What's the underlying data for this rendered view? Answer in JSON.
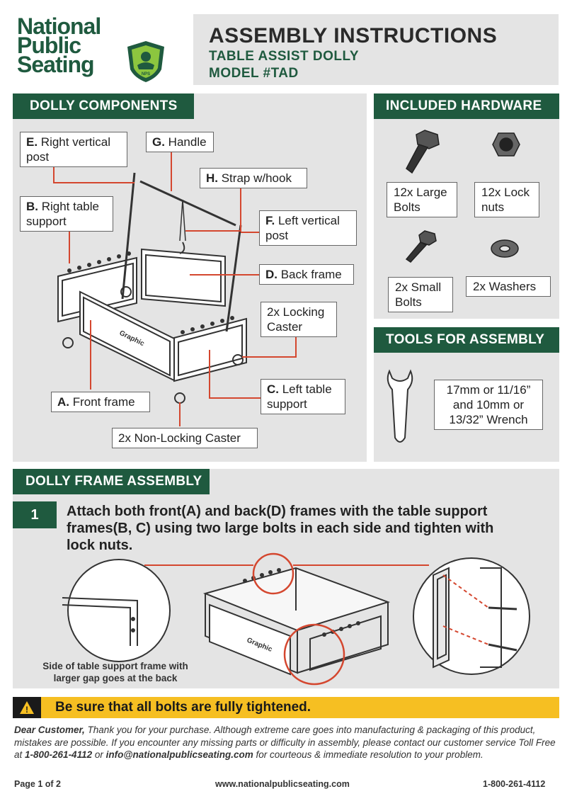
{
  "brand": {
    "logo_line1": "National",
    "logo_line2": "Public",
    "logo_line3": "Seating",
    "logo_badge": "NPS"
  },
  "header": {
    "title": "ASSEMBLY INSTRUCTIONS",
    "subtitle": "TABLE ASSIST DOLLY",
    "model": "MODEL #TAD"
  },
  "components": {
    "heading": "DOLLY COMPONENTS",
    "graphic_label": "Graphic",
    "labels": {
      "e_key": "E.",
      "e_text": " Right vertical post",
      "g_key": "G.",
      "g_text": " Handle",
      "h_key": "H.",
      "h_text": " Strap w/hook",
      "b_key": "B.",
      "b_text": " Right table support",
      "f_key": "F.",
      "f_text": " Left vertical post",
      "d_key": "D.",
      "d_text": " Back frame",
      "locking": "2x Locking Caster",
      "c_key": "C.",
      "c_text": " Left table support",
      "a_key": "A.",
      "a_text": " Front frame",
      "nonlocking": "2x Non-Locking Caster"
    }
  },
  "hardware": {
    "heading": "INCLUDED HARDWARE",
    "items": [
      {
        "label": "12x Large Bolts"
      },
      {
        "label": "12x Lock nuts"
      },
      {
        "label": "2x Small Bolts"
      },
      {
        "label": "2x Washers"
      }
    ]
  },
  "tools": {
    "heading": "TOOLS FOR ASSEMBLY",
    "wrench": "17mm or 11/16” and 10mm or 13/32” Wrench"
  },
  "assembly": {
    "heading": "DOLLY FRAME ASSEMBLY",
    "step_number": "1",
    "step_text": "Attach both front(A) and back(D) frames with the table support frames(B, C) using two large bolts in each side and tighten with lock nuts.",
    "graphic_label": "Graphic",
    "note": "Side of table support frame with larger gap goes at the back"
  },
  "warning": {
    "icon": "!",
    "text": "Be sure that all bolts are fully tightened."
  },
  "customer": {
    "greeting": "Dear Customer,",
    "part1": " Thank you for your purchase. Although extreme care goes into manufacturing & packaging of this product, mistakes are possible. If you encounter any missing parts or difficulty in assembly, please contact our customer service Toll Free at ",
    "phone": "1-800-261-4112",
    "part2": " or ",
    "email": "info@nationalpublicseating.com",
    "part3": " for courteous & immediate resolution to your problem."
  },
  "footer": {
    "page": "Page 1 of 2",
    "website": "www.nationalpublicseating.com",
    "phone": "1-800-261-4112"
  },
  "colors": {
    "brand_green": "#1f5a3f",
    "panel_gray": "#e4e4e4",
    "accent_red": "#d4472f",
    "warning_yellow": "#f6bf22"
  }
}
